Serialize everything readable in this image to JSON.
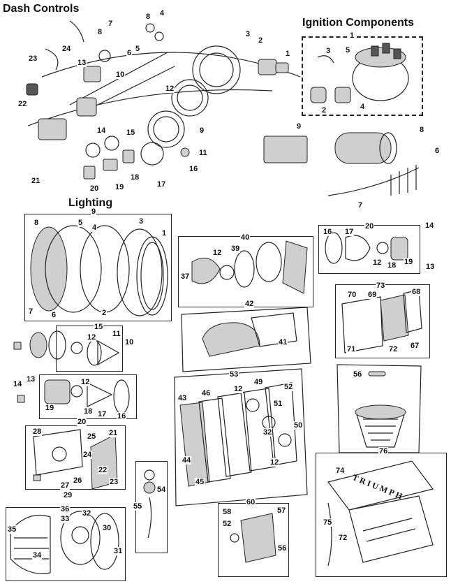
{
  "sections": {
    "dash": "Dash Controls",
    "ignition": "Ignition Components",
    "lighting": "Lighting"
  },
  "brand_badge": "TRIUMPH",
  "colors": {
    "ink": "#222222",
    "paper": "#ffffff",
    "shade": "#cfcfcf"
  },
  "callouts": {
    "dash": [
      "8",
      "4",
      "7",
      "8",
      "3",
      "2",
      "5",
      "6",
      "1",
      "23",
      "24",
      "13",
      "10",
      "12",
      "22",
      "14",
      "15",
      "9",
      "11",
      "16",
      "18",
      "17",
      "19",
      "20",
      "21"
    ],
    "ignition": [
      "1",
      "3",
      "5",
      "2",
      "4",
      "9",
      "8",
      "6",
      "7"
    ],
    "headlamp": [
      "9",
      "8",
      "5",
      "4",
      "3",
      "1",
      "7",
      "6",
      "2"
    ],
    "lamp15": [
      "15",
      "11",
      "12",
      "10",
      "14",
      "13"
    ],
    "lamp20a": [
      "12",
      "19",
      "18",
      "17",
      "16",
      "20"
    ],
    "lamp29": [
      "28",
      "25",
      "21",
      "24",
      "22",
      "23",
      "26",
      "27",
      "29"
    ],
    "lamp36": [
      "36",
      "33",
      "32",
      "35",
      "30",
      "34",
      "31"
    ],
    "item55": [
      "54",
      "55"
    ],
    "lamp40": [
      "40",
      "12",
      "39",
      "37"
    ],
    "lamp42": [
      "42",
      "41"
    ],
    "lamp53": [
      "53",
      "46",
      "12",
      "49",
      "52",
      "43",
      "51",
      "32",
      "50",
      "44",
      "12",
      "45"
    ],
    "lamp60": [
      "60",
      "58",
      "57",
      "52",
      "56"
    ],
    "lamp20b": [
      "20",
      "16",
      "17",
      "12",
      "18",
      "19",
      "14",
      "13"
    ],
    "lamp73": [
      "73",
      "70",
      "69",
      "68",
      "71",
      "72",
      "67"
    ],
    "lamp56": [
      "56"
    ],
    "lamp76": [
      "76",
      "74",
      "75",
      "72"
    ]
  }
}
